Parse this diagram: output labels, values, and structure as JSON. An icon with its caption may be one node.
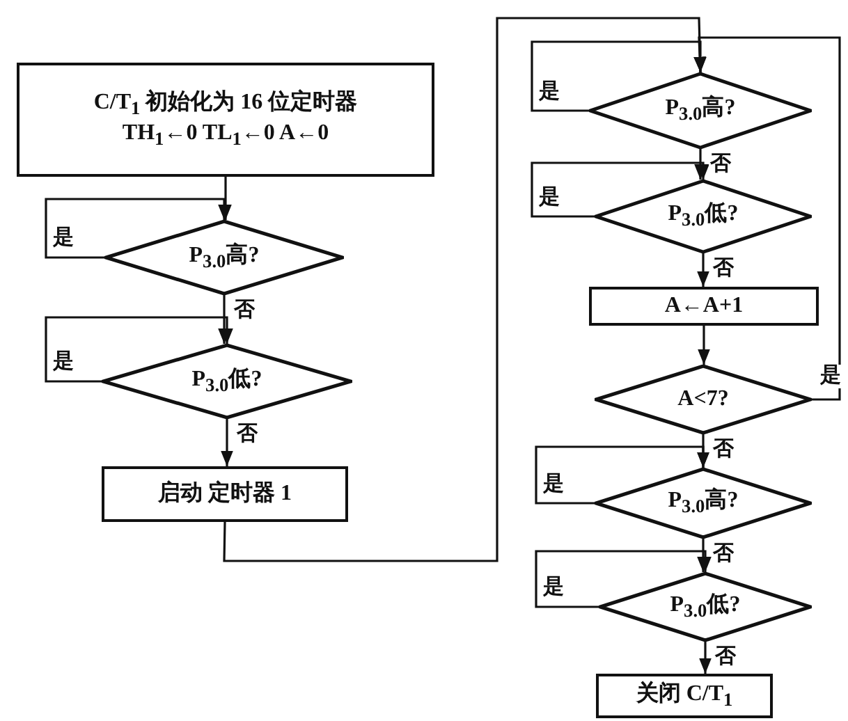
{
  "diagram": {
    "nodes": [
      {
        "text": [
          "C/T$_{1}$ 初始化为 16 位定时器",
          "TH$_{1}$←0 TL$_{1}$←0 A←0"
        ]
      },
      {
        "text": [
          "P$_{3.0}$高?"
        ]
      },
      {
        "text": [
          "P$_{3.0}$低?"
        ]
      },
      {
        "text": [
          "启动 定时器 1"
        ]
      },
      {
        "text": [
          "P$_{3.0}$高?"
        ]
      },
      {
        "text": [
          "P$_{3.0}$低?"
        ]
      },
      {
        "text": [
          "A←A+1"
        ]
      },
      {
        "text": [
          "A<7?"
        ]
      },
      {
        "text": [
          "P$_{3.0}$高?"
        ]
      },
      {
        "text": [
          "P$_{3.0}$低?"
        ]
      },
      {
        "text": [
          "关闭 C/T$_{1}$"
        ]
      }
    ],
    "edges": [
      {
        "from": 0,
        "to": 1,
        "arrow": "to"
      },
      {
        "from": 1,
        "to": 1,
        "arrow": "to",
        "label": "是"
      },
      {
        "from": 1,
        "to": 2,
        "arrow": "to",
        "label": "否"
      },
      {
        "from": 2,
        "to": 2,
        "arrow": "to",
        "label": "是"
      },
      {
        "from": 2,
        "to": 3,
        "arrow": "to",
        "label": "否"
      },
      {
        "from": 3,
        "to": 4,
        "arrow": "to"
      },
      {
        "from": 4,
        "to": 4,
        "arrow": "to",
        "label": "是"
      },
      {
        "from": 4,
        "to": 5,
        "arrow": "to",
        "label": "否"
      },
      {
        "from": 5,
        "to": 5,
        "arrow": "to",
        "label": "是"
      },
      {
        "from": 5,
        "to": 6,
        "arrow": "to",
        "label": "否"
      },
      {
        "from": 6,
        "to": 7,
        "arrow": "to"
      },
      {
        "from": 7,
        "to": 4,
        "arrow": "to",
        "label": "是"
      },
      {
        "from": 7,
        "to": 8,
        "arrow": "to",
        "label": "否"
      },
      {
        "from": 8,
        "to": 8,
        "arrow": "to",
        "label": "是"
      },
      {
        "from": 8,
        "to": 9,
        "arrow": "to",
        "label": "否"
      },
      {
        "from": 9,
        "to": 9,
        "arrow": "to",
        "label": "是"
      },
      {
        "from": 9,
        "to": 10,
        "arrow": "to",
        "label": "否"
      }
    ]
  }
}
